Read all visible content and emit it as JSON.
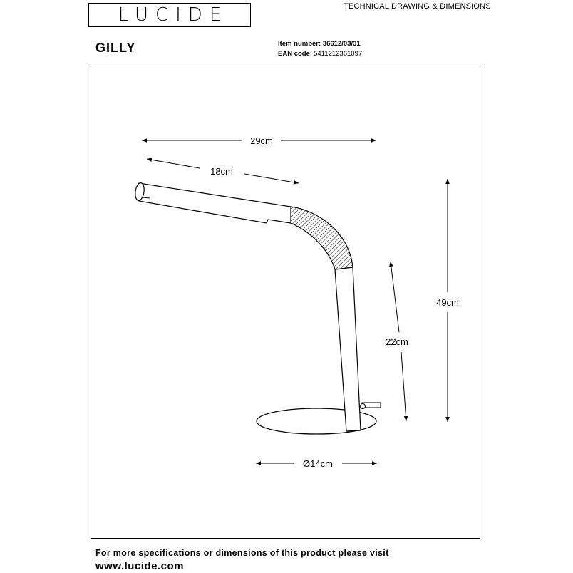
{
  "header": {
    "brand_logo": "LUCIDE",
    "doc_heading": "TECHNICAL DRAWING & DIMENSIONS"
  },
  "product": {
    "name": "GILLY",
    "item_label": "Item number:",
    "item_value": "36612/03/31",
    "ean_label": "EAN code",
    "ean_value": ": 5411212361097"
  },
  "dimensions": {
    "total_width": "29cm",
    "arm_length": "18cm",
    "total_height": "49cm",
    "stem_height": "22cm",
    "base_diameter": "Ø14cm"
  },
  "footer": {
    "note": "For more specifications or dimensions of this product please visit",
    "website": "www.lucide.com"
  }
}
